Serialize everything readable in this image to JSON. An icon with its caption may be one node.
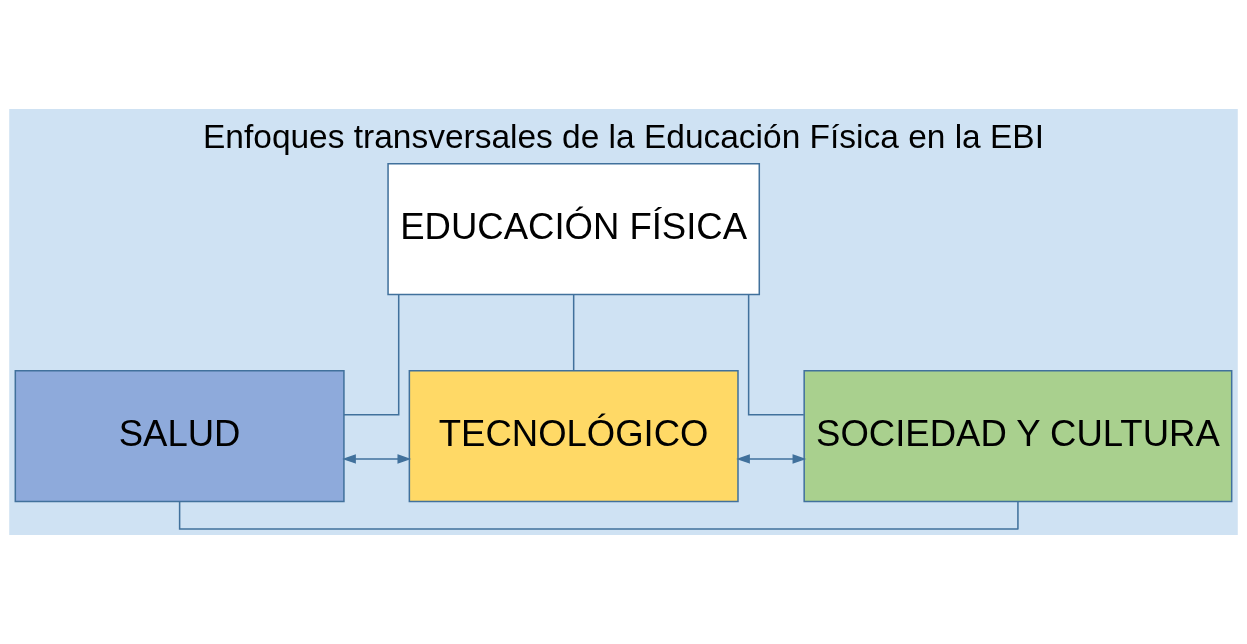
{
  "diagram": {
    "title": "Enfoques transversales de la Educación Física en la EBI",
    "nodes": [
      {
        "text": [
          "EDUCACIÓN FÍSICA"
        ]
      },
      {
        "text": [
          "SALUD"
        ]
      },
      {
        "text": [
          "TECNOLÓGICO"
        ]
      },
      {
        "text": [
          "SOCIEDAD Y CULTURA"
        ]
      }
    ],
    "edges": [
      {
        "from": 0,
        "to": 1,
        "arrow": "none"
      },
      {
        "from": 0,
        "to": 2,
        "arrow": "none"
      },
      {
        "from": 0,
        "to": 3,
        "arrow": "none"
      },
      {
        "from": 1,
        "to": 2,
        "arrow": "both"
      },
      {
        "from": 2,
        "to": 3,
        "arrow": "both"
      },
      {
        "from": 1,
        "to": 3,
        "arrow": "none"
      }
    ]
  }
}
